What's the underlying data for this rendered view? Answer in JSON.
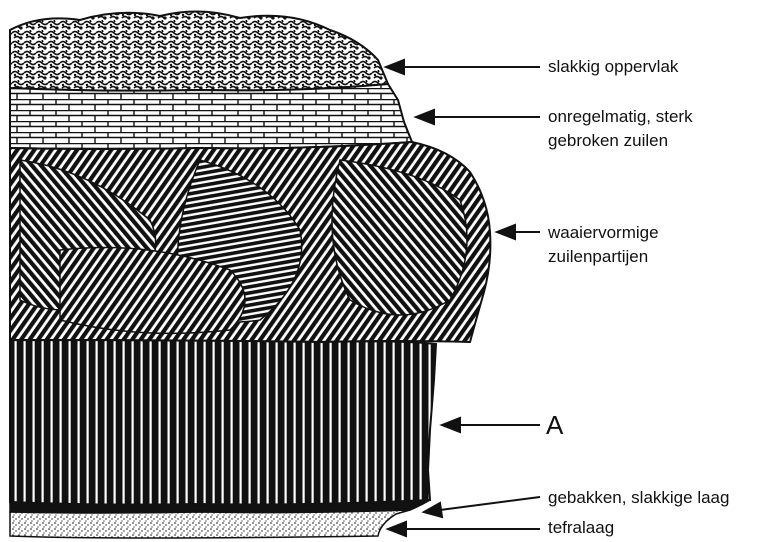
{
  "labels": {
    "scoria_surface": "slakkig oppervlak",
    "irregular_columns_line1": "onregelmatig, sterk",
    "irregular_columns_line2": "gebroken zuilen",
    "fan_columns_line1": "waaiervormige",
    "fan_columns_line2": "zuilenpartijen",
    "colonnade": "A",
    "baked_layer": "gebakken, slakkige laag",
    "tephra_layer": "tefralaag"
  },
  "colors": {
    "ink": "#111111",
    "paper": "#ffffff"
  }
}
